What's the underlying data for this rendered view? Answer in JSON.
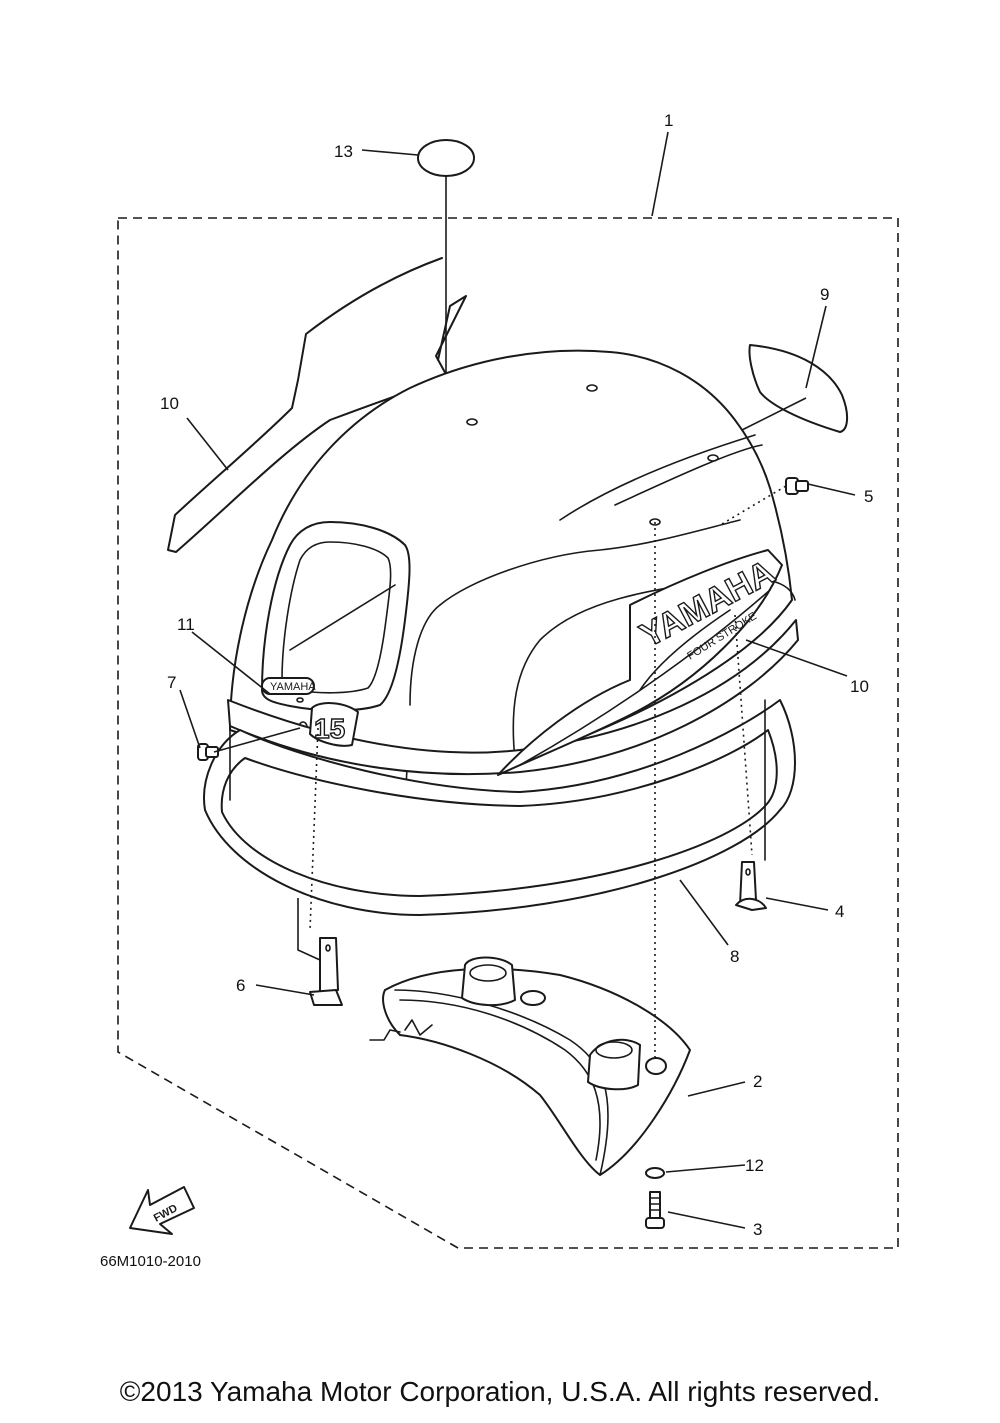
{
  "diagram_code": "66M1010-2010",
  "copyright": "©2013 Yamaha Motor Corporation, U.S.A. All rights reserved.",
  "fwd_label": "FWD",
  "brand_text": "YAMAHA",
  "stroke_text": "FOUR STROKE",
  "model_number": "15",
  "callouts": {
    "c1": "1",
    "c2": "2",
    "c3": "3",
    "c4": "4",
    "c5": "5",
    "c6": "6",
    "c7": "7",
    "c8": "8",
    "c9": "9",
    "c10a": "10",
    "c10b": "10",
    "c11": "11",
    "c12": "12",
    "c13": "13"
  }
}
